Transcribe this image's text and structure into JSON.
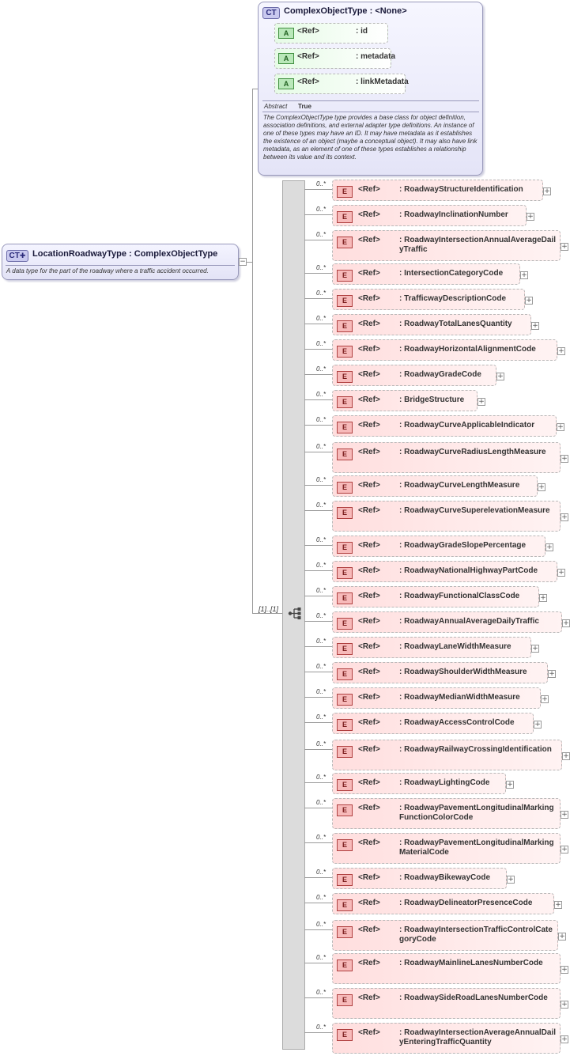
{
  "root": {
    "badge": "CT",
    "title": "LocationRoadwayType : ComplexObjectType",
    "description": "A data type for the part of the roadway where a traffic accident occurred."
  },
  "base_type": {
    "badge": "CT",
    "title": "ComplexObjectType : <None>",
    "attributes": [
      {
        "badge": "A",
        "ref": "<Ref>",
        "name": ": id"
      },
      {
        "badge": "A",
        "ref": "<Ref>",
        "name": ": metadata"
      },
      {
        "badge": "A",
        "ref": "<Ref>",
        "name": ": linkMetadata"
      }
    ],
    "abstract_label": "Abstract",
    "abstract_value": "True",
    "description": "The ComplexObjectType type provides a base class for object definition, association definitions, and external adapter type definitions. An instance of one of these types may have an ID. It may have metadata as it establishes the existence of an object (maybe a conceptual object). It may also have link metadata, as an element of one of these types establishes a relationship between its value and its context."
  },
  "sequence": {
    "occurrence": "[1]..[1]"
  },
  "elements": [
    {
      "occ": "0..*",
      "badge": "E",
      "ref": "<Ref>",
      "name": ": RoadwayStructureIdentification"
    },
    {
      "occ": "0..*",
      "badge": "E",
      "ref": "<Ref>",
      "name": ": RoadwayInclinationNumber"
    },
    {
      "occ": "0..*",
      "badge": "E",
      "ref": "<Ref>",
      "name": ": RoadwayIntersectionAnnualAverageDailyTraffic"
    },
    {
      "occ": "0..*",
      "badge": "E",
      "ref": "<Ref>",
      "name": ": IntersectionCategoryCode"
    },
    {
      "occ": "0..*",
      "badge": "E",
      "ref": "<Ref>",
      "name": ": TrafficwayDescriptionCode"
    },
    {
      "occ": "0..*",
      "badge": "E",
      "ref": "<Ref>",
      "name": ": RoadwayTotalLanesQuantity"
    },
    {
      "occ": "0..*",
      "badge": "E",
      "ref": "<Ref>",
      "name": ": RoadwayHorizontalAlignmentCode"
    },
    {
      "occ": "0..*",
      "badge": "E",
      "ref": "<Ref>",
      "name": ": RoadwayGradeCode"
    },
    {
      "occ": "0..*",
      "badge": "E",
      "ref": "<Ref>",
      "name": ": BridgeStructure"
    },
    {
      "occ": "0..*",
      "badge": "E",
      "ref": "<Ref>",
      "name": ": RoadwayCurveApplicableIndicator"
    },
    {
      "occ": "0..*",
      "badge": "E",
      "ref": "<Ref>",
      "name": ": RoadwayCurveRadiusLengthMeasure"
    },
    {
      "occ": "0..*",
      "badge": "E",
      "ref": "<Ref>",
      "name": ": RoadwayCurveLengthMeasure"
    },
    {
      "occ": "0..*",
      "badge": "E",
      "ref": "<Ref>",
      "name": ": RoadwayCurveSuperelevationMeasure"
    },
    {
      "occ": "0..*",
      "badge": "E",
      "ref": "<Ref>",
      "name": ": RoadwayGradeSlopePercentage"
    },
    {
      "occ": "0..*",
      "badge": "E",
      "ref": "<Ref>",
      "name": ": RoadwayNationalHighwayPartCode"
    },
    {
      "occ": "0..*",
      "badge": "E",
      "ref": "<Ref>",
      "name": ": RoadwayFunctionalClassCode"
    },
    {
      "occ": "0..*",
      "badge": "E",
      "ref": "<Ref>",
      "name": ": RoadwayAnnualAverageDailyTraffic"
    },
    {
      "occ": "0..*",
      "badge": "E",
      "ref": "<Ref>",
      "name": ": RoadwayLaneWidthMeasure"
    },
    {
      "occ": "0..*",
      "badge": "E",
      "ref": "<Ref>",
      "name": ": RoadwayShoulderWidthMeasure"
    },
    {
      "occ": "0..*",
      "badge": "E",
      "ref": "<Ref>",
      "name": ": RoadwayMedianWidthMeasure"
    },
    {
      "occ": "0..*",
      "badge": "E",
      "ref": "<Ref>",
      "name": ": RoadwayAccessControlCode"
    },
    {
      "occ": "0..*",
      "badge": "E",
      "ref": "<Ref>",
      "name": ": RoadwayRailwayCrossingIdentification"
    },
    {
      "occ": "0..*",
      "badge": "E",
      "ref": "<Ref>",
      "name": ": RoadwayLightingCode"
    },
    {
      "occ": "0..*",
      "badge": "E",
      "ref": "<Ref>",
      "name": ": RoadwayPavementLongitudinalMarkingFunctionColorCode"
    },
    {
      "occ": "0..*",
      "badge": "E",
      "ref": "<Ref>",
      "name": ": RoadwayPavementLongitudinalMarkingMaterialCode"
    },
    {
      "occ": "0..*",
      "badge": "E",
      "ref": "<Ref>",
      "name": ": RoadwayBikewayCode"
    },
    {
      "occ": "0..*",
      "badge": "E",
      "ref": "<Ref>",
      "name": ": RoadwayDelineatorPresenceCode"
    },
    {
      "occ": "0..*",
      "badge": "E",
      "ref": "<Ref>",
      "name": ": RoadwayIntersectionTrafficControlCategoryCode"
    },
    {
      "occ": "0..*",
      "badge": "E",
      "ref": "<Ref>",
      "name": ": RoadwayMainlineLanesNumberCode"
    },
    {
      "occ": "0..*",
      "badge": "E",
      "ref": "<Ref>",
      "name": ": RoadwaySideRoadLanesNumberCode"
    },
    {
      "occ": "0..*",
      "badge": "E",
      "ref": "<Ref>",
      "name": ": RoadwayIntersectionAverageAnnualDailyEnteringTrafficQuantity"
    }
  ],
  "colors": {
    "complex_type_fill": "#e3e3f6",
    "attribute_fill": "#e6fbe6",
    "element_fill": "#ffdede",
    "connector": "#9a9a9a"
  }
}
